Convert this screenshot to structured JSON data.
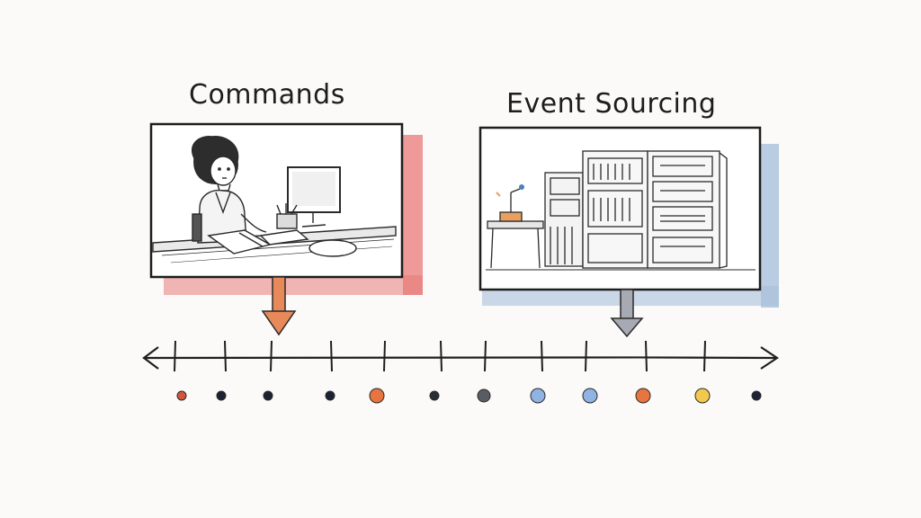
{
  "panels": {
    "commands": {
      "title": "Commands",
      "accent": "#e87a78",
      "arrow_color": "#e8895a",
      "scene": "person-at-desk-with-computer"
    },
    "event_sourcing": {
      "title": "Event Sourcing",
      "accent": "#a9c0dc",
      "arrow_color": "#a7aab2",
      "scene": "filing-cabinets-and-side-table"
    }
  },
  "timeline": {
    "line_color": "#1f1f1f",
    "dots": [
      {
        "color": "#d2553e"
      },
      {
        "color": "#1c2233"
      },
      {
        "color": "#1c2233"
      },
      {
        "color": "#1c2233"
      },
      {
        "color": "#e8743f"
      },
      {
        "color": "#2a2d36"
      },
      {
        "color": "#5a5c63"
      },
      {
        "color": "#8fb3e2"
      },
      {
        "color": "#8fb3e2"
      },
      {
        "color": "#e8743f"
      },
      {
        "color": "#f2c94c"
      },
      {
        "color": "#1c2233"
      }
    ]
  }
}
